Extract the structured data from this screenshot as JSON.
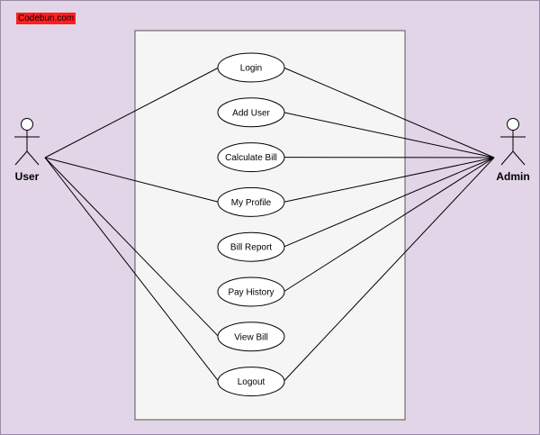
{
  "watermark": "Codebun.com",
  "actors": {
    "user": "User",
    "admin": "Admin"
  },
  "use_cases": [
    {
      "id": "login",
      "label": "Login",
      "user": true,
      "admin": true
    },
    {
      "id": "add-user",
      "label": "Add User",
      "user": false,
      "admin": true
    },
    {
      "id": "calculate-bill",
      "label": "Calculate Bill",
      "user": false,
      "admin": true
    },
    {
      "id": "my-profile",
      "label": "My Profile",
      "user": true,
      "admin": true
    },
    {
      "id": "bill-report",
      "label": "Bill Report",
      "user": false,
      "admin": true
    },
    {
      "id": "pay-history",
      "label": "Pay History",
      "user": false,
      "admin": true
    },
    {
      "id": "view-bill",
      "label": "View Bill",
      "user": true,
      "admin": false
    },
    {
      "id": "logout",
      "label": "Logout",
      "user": true,
      "admin": true
    }
  ],
  "colors": {
    "background": "#e1d5e7",
    "system_box": "#f5f5f5",
    "stroke": "#000000",
    "watermark_bg": "#ff1f1f"
  }
}
